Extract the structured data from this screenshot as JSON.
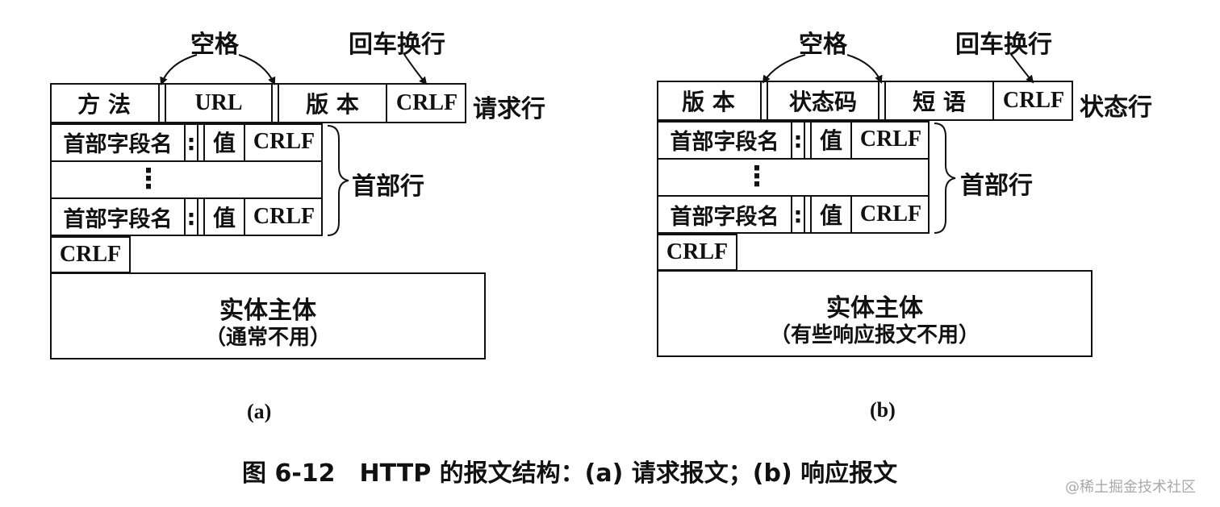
{
  "request": {
    "label_space": "空格",
    "label_crlf_top": "回车换行",
    "request_line": {
      "method": "方 法",
      "url": "URL",
      "version": "版 本",
      "crlf": "CRLF",
      "side_label": "请求行"
    },
    "header_line_1": {
      "name": "首部字段名",
      "colon": ":",
      "value": "值",
      "crlf": "CRLF"
    },
    "header_ellipsis": "⋮",
    "header_line_2": {
      "name": "首部字段名",
      "colon": ":",
      "value": "值",
      "crlf": "CRLF"
    },
    "header_side_label": "首部行",
    "blank_crlf": "CRLF",
    "body_title": "实体主体",
    "body_note": "（通常不用）",
    "sub_caption": "(a)"
  },
  "response": {
    "label_space": "空格",
    "label_crlf_top": "回车换行",
    "status_line": {
      "version": "版 本",
      "status_code": "状态码",
      "phrase": "短 语",
      "crlf": "CRLF",
      "side_label": "状态行"
    },
    "header_line_1": {
      "name": "首部字段名",
      "colon": ":",
      "value": "值",
      "crlf": "CRLF"
    },
    "header_ellipsis": "⋮",
    "header_line_2": {
      "name": "首部字段名",
      "colon": ":",
      "value": "值",
      "crlf": "CRLF"
    },
    "header_side_label": "首部行",
    "blank_crlf": "CRLF",
    "body_title": "实体主体",
    "body_note": "（有些响应报文不用）",
    "sub_caption": "(b)"
  },
  "caption": "图 6-12　HTTP 的报文结构：(a) 请求报文；(b) 响应报文",
  "watermark": "@稀土掘金技术社区"
}
